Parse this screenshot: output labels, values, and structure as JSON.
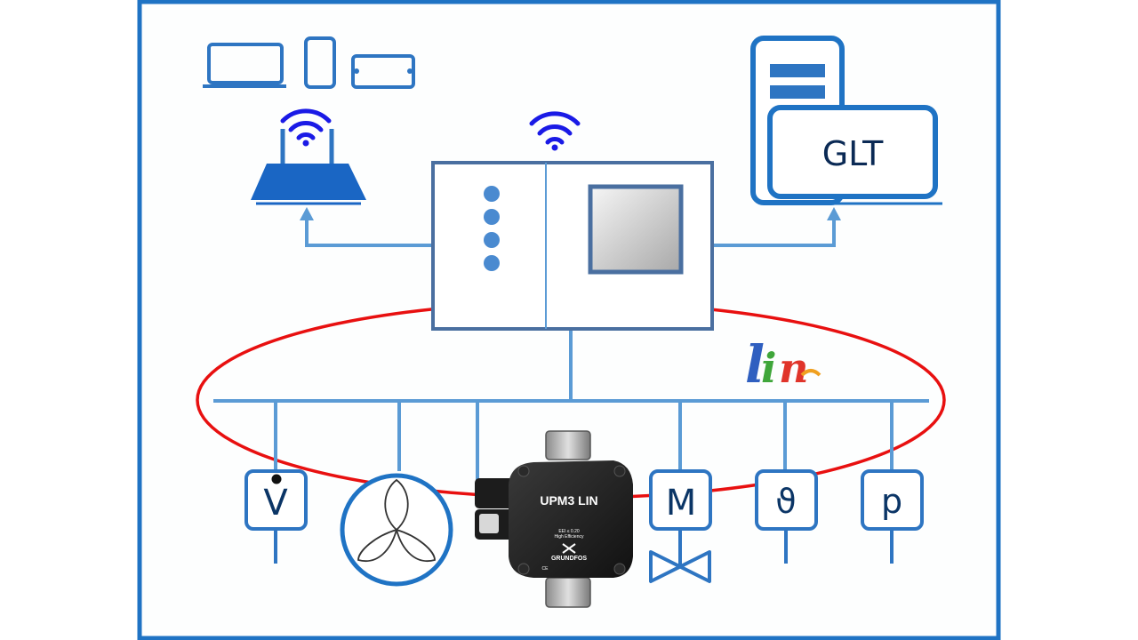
{
  "controller": {
    "label": "GLT"
  },
  "bus_logo": {
    "letters": [
      "l",
      "i",
      "n"
    ],
    "colors": [
      "#2f5fc0",
      "#3fa63a",
      "#e0342a",
      "#f0a020"
    ]
  },
  "pump": {
    "model": "UPM3 LIN",
    "brand": "GRUNDFOS",
    "small_text_1": "EEI ≤ 0.20",
    "small_text_2": "High Efficiency",
    "mark": "CE"
  },
  "sensors": [
    {
      "id": "flow",
      "symbol": "V"
    },
    {
      "id": "motor",
      "symbol": "M"
    },
    {
      "id": "temperature",
      "symbol": "ϑ"
    },
    {
      "id": "pressure",
      "symbol": "p"
    }
  ],
  "colors": {
    "frame": "#1f73c4",
    "line": "#5b9bd5",
    "bus_ring": "#e81010",
    "wifi": "#1a1ae6",
    "icon": "#2e75c2"
  }
}
